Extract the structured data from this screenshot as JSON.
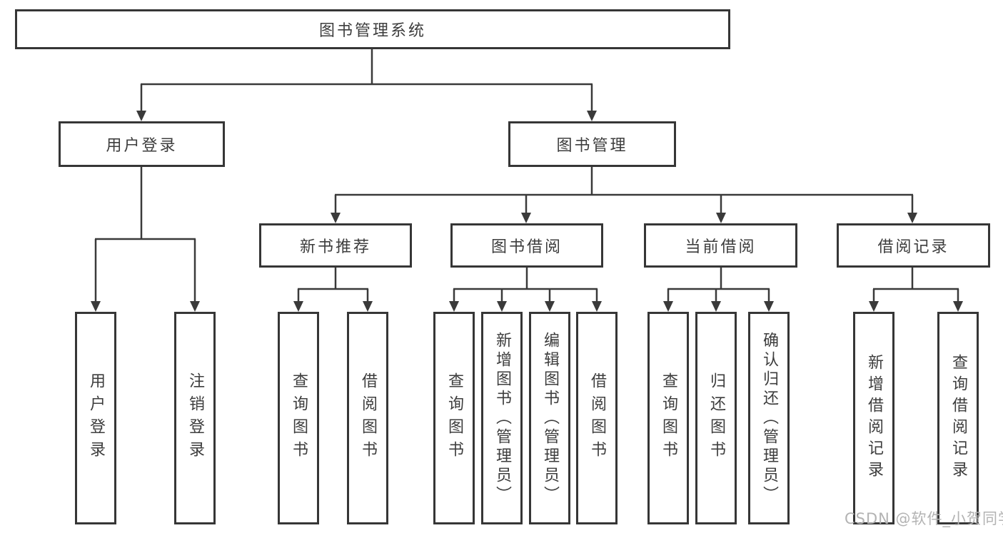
{
  "diagram": {
    "title": "图书管理系统",
    "level2": {
      "user_login": "用户登录",
      "book_management": "图书管理"
    },
    "level3": {
      "new_book_recommend": "新书推荐",
      "book_borrowing": "图书借阅",
      "current_borrowing": "当前借阅",
      "borrowing_records": "借阅记录"
    },
    "level4": {
      "user_login": "用户登录",
      "logout_login": "注销登录",
      "nb_query_books": "查询图书",
      "nb_borrow_books": "借阅图书",
      "bb_query_books": "查询图书",
      "bb_add_books_admin": "新增图书（管理员）",
      "bb_edit_books_admin": "编辑图书（管理员）",
      "bb_borrow_books": "借阅图书",
      "cb_query_books": "查询图书",
      "cb_return_books": "归还图书",
      "cb_confirm_return_admin": "确认归还（管理员）",
      "br_add_record": "新增借阅记录",
      "br_query_record": "查询借阅记录"
    },
    "line_color": "#3a3a3a"
  },
  "watermark": {
    "text": "CSDN @软件_小贺同学"
  }
}
